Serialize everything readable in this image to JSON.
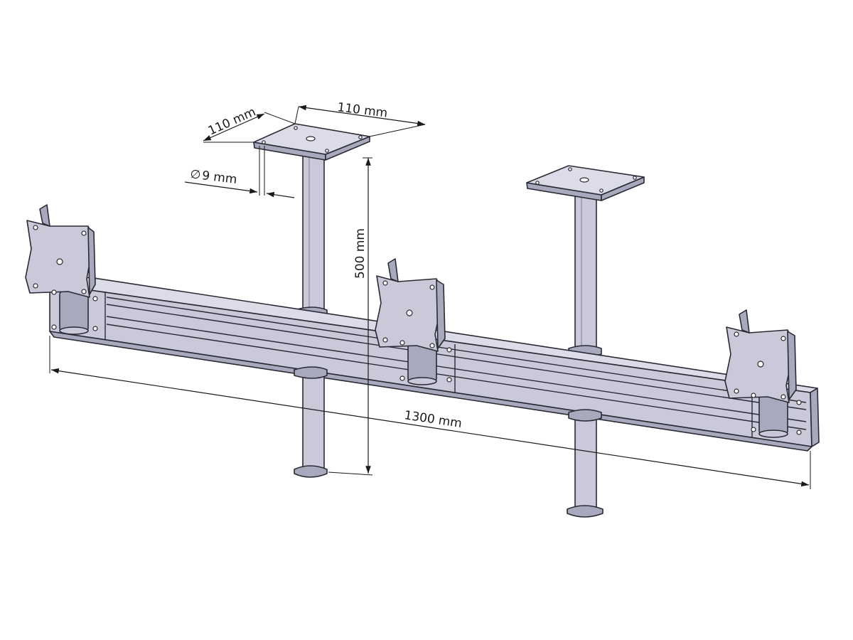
{
  "dimensions": {
    "plate_width": "110 mm",
    "plate_depth": "110 mm",
    "hole_diameter": "9 mm",
    "hole_diameter_symbol": "∅",
    "height": "500 mm",
    "length": "1300 mm"
  },
  "colors": {
    "metal": "#c9c9d9",
    "metal_dark": "#a9a9bd",
    "outline": "#2a2a35",
    "dimension_line": "#1a1a1a",
    "background": "#ffffff"
  }
}
